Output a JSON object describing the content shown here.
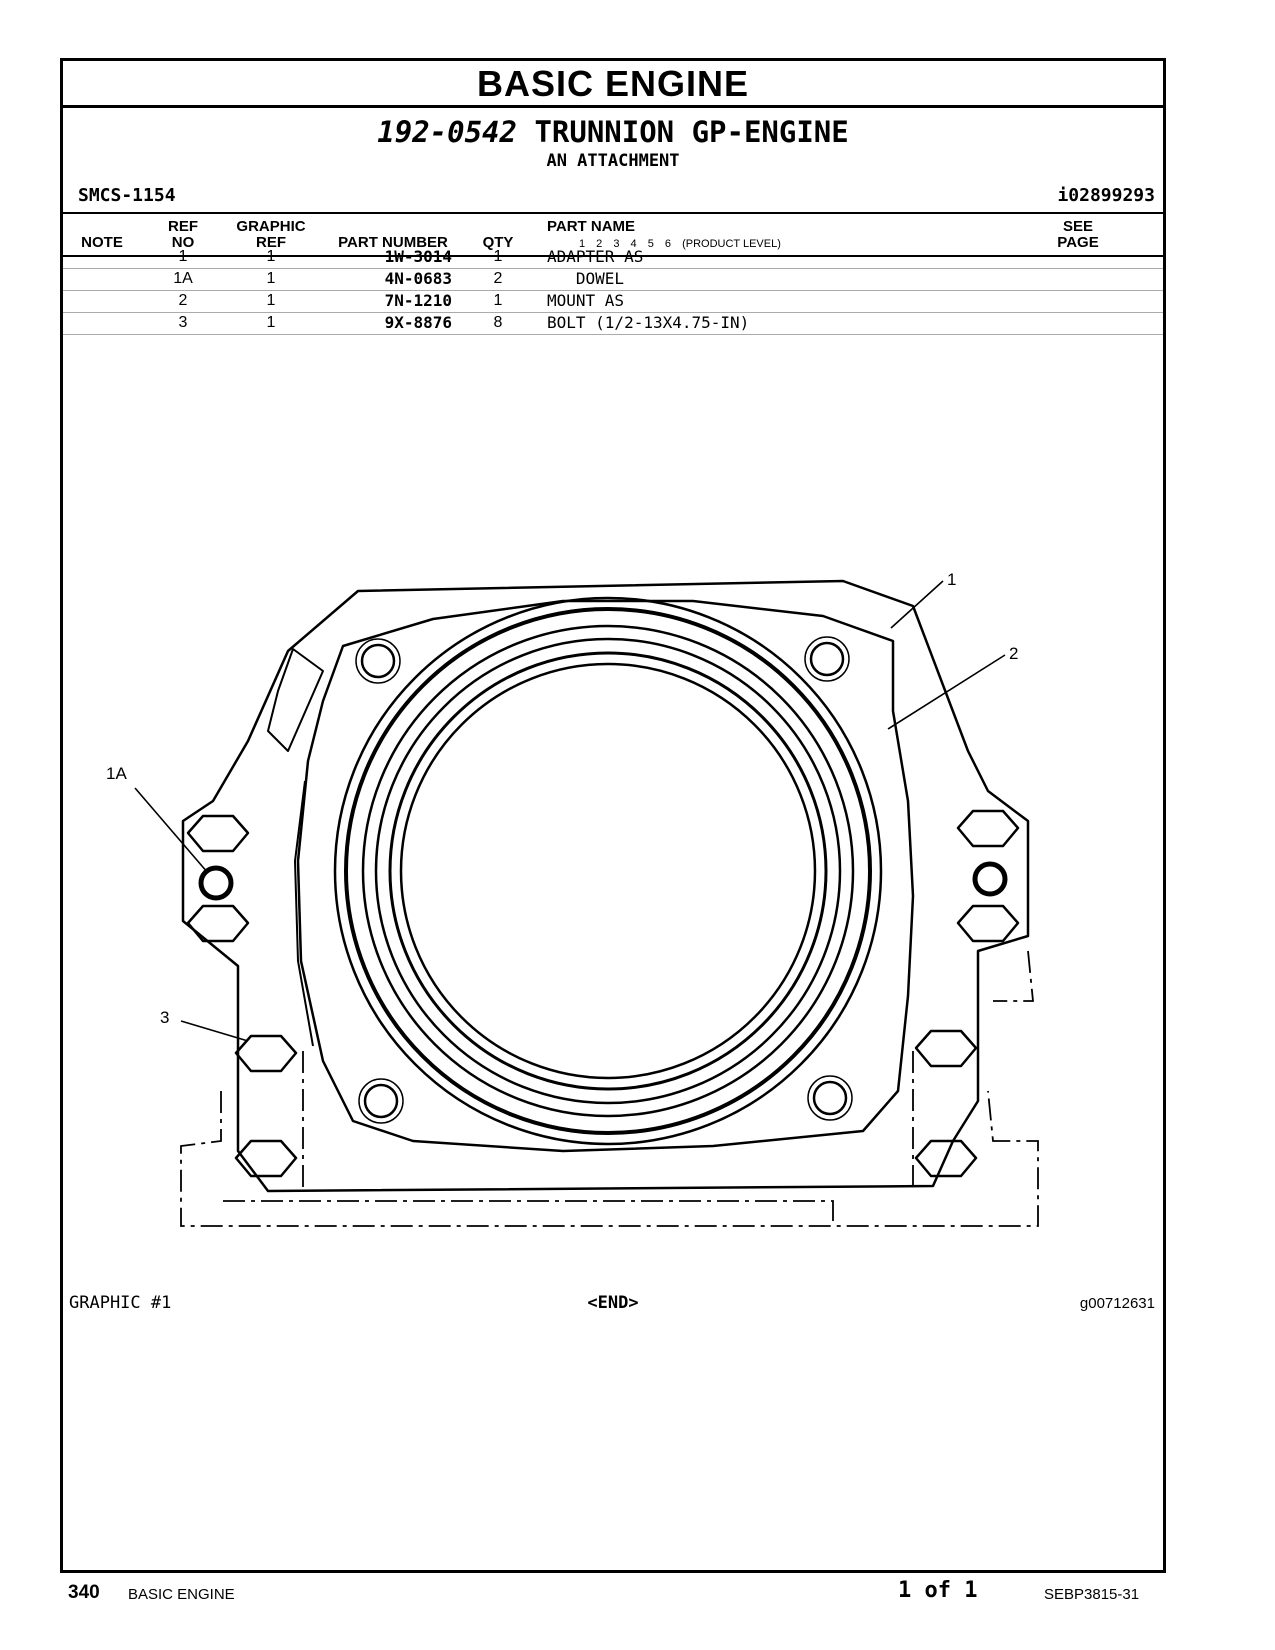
{
  "section_title": "BASIC  ENGINE",
  "group": {
    "number": "192-0542",
    "name": "TRUNNION GP-ENGINE",
    "subtitle": "AN ATTACHMENT",
    "smcs": "SMCS-1154",
    "doc_id": "i02899293"
  },
  "table": {
    "headers": {
      "note": "NOTE",
      "ref_top": "REF",
      "ref_bottom": "NO",
      "graphic_top": "GRAPHIC",
      "graphic_bottom": "REF",
      "part_number": "PART NUMBER",
      "qty": "QTY",
      "part_name": "PART NAME",
      "product_levels": "1  2  3  4  5  6",
      "product_level_label": "(PRODUCT LEVEL)",
      "see_top": "SEE",
      "see_bottom": "PAGE"
    },
    "rows": [
      {
        "ref": "1",
        "graphic": "1",
        "part_number": "1W-3014",
        "qty": "1",
        "name": "ADAPTER AS"
      },
      {
        "ref": "1A",
        "graphic": "1",
        "part_number": "4N-0683",
        "qty": "2",
        "name": "   DOWEL"
      },
      {
        "ref": "2",
        "graphic": "1",
        "part_number": "7N-1210",
        "qty": "1",
        "name": "MOUNT AS"
      },
      {
        "ref": "3",
        "graphic": "1",
        "part_number": "9X-8876",
        "qty": "8",
        "name": "BOLT (1/2-13X4.75-IN)"
      }
    ]
  },
  "graphic": {
    "callouts": [
      "1",
      "2",
      "1A",
      "3"
    ],
    "caption": "GRAPHIC #1",
    "end_marker": "<END>",
    "graphic_id": "g00712631"
  },
  "footer": {
    "page_number": "340",
    "section": "BASIC ENGINE",
    "page_of": "1 of 1",
    "doc_number": "SEBP3815-31"
  }
}
